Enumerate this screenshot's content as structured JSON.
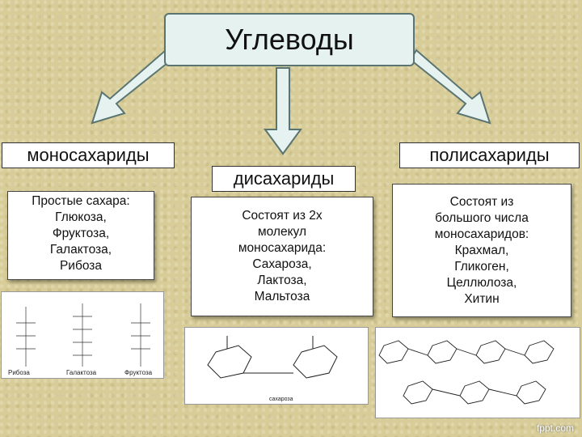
{
  "title": "Углеводы",
  "branches": {
    "mono": {
      "header": "моносахариды",
      "text": "Простые сахара:\nГлюкоза,\nФруктоза,\nГалактоза,\nРибоза",
      "formula_labels": [
        "Рибоза",
        "Галактоза",
        "Фруктоза"
      ]
    },
    "di": {
      "header": "дисахариды",
      "text": "Состоят из 2х\nмолекул\nмоносахарида:\nСахароза,\nЛактоза,\nМальтоза",
      "formula_label": "сахароза"
    },
    "poly": {
      "header": "полисахариды",
      "text": "Состоят из\nбольшого числа\nмоносахаридов:\nКрахмал,\nГликоген,\nЦеллюлоза,\nХитин"
    }
  },
  "credit": "fppt.com",
  "colors": {
    "arrow_fill": "#e6f2ef",
    "arrow_stroke": "#5a7472",
    "title_fill": "#e6f2ef"
  }
}
